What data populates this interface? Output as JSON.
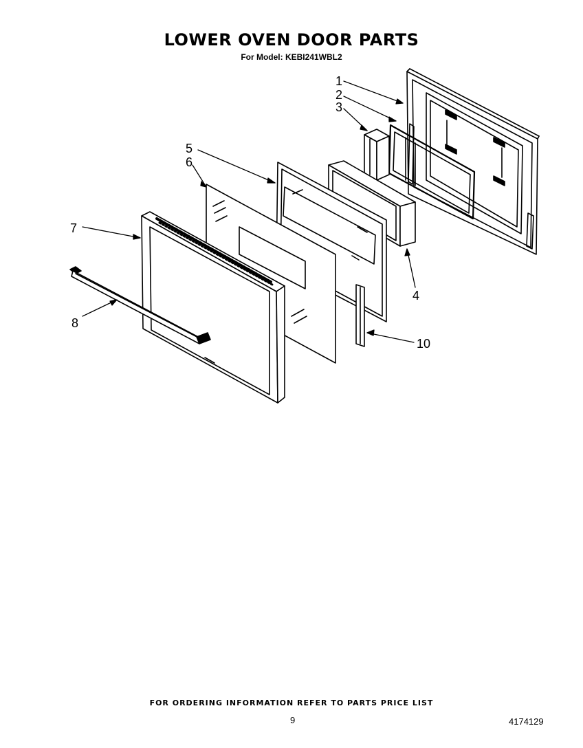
{
  "header": {
    "title": "LOWER OVEN DOOR PARTS",
    "model_line": "For Model: KEBI241WBL2"
  },
  "callouts": [
    {
      "id": "c1",
      "label": "1"
    },
    {
      "id": "c2",
      "label": "2"
    },
    {
      "id": "c3",
      "label": "3"
    },
    {
      "id": "c4",
      "label": "4"
    },
    {
      "id": "c5",
      "label": "5"
    },
    {
      "id": "c6",
      "label": "6"
    },
    {
      "id": "c7",
      "label": "7"
    },
    {
      "id": "c8",
      "label": "8"
    },
    {
      "id": "c10",
      "label": "10"
    }
  ],
  "footer": {
    "ordering_note": "FOR ORDERING INFORMATION REFER TO PARTS PRICE LIST",
    "page_number": "9",
    "document_number": "4174129"
  }
}
